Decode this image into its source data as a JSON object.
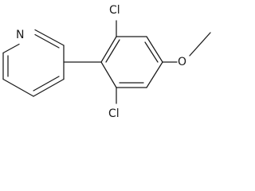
{
  "molecule": {
    "atoms": {
      "nitrogen": "N",
      "chlorine_top": "Cl",
      "chlorine_bottom": "Cl",
      "oxygen": "O"
    }
  }
}
